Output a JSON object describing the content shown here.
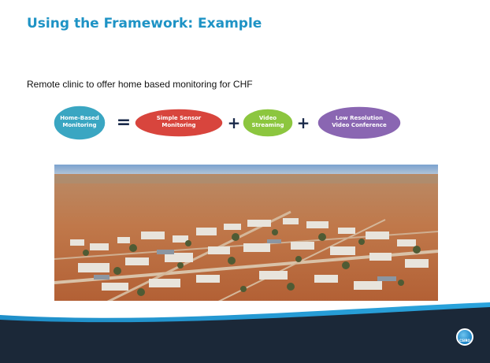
{
  "slide": {
    "title": "Using the Framework: Example",
    "body": "Remote clinic to offer home based monitoring for CHF"
  },
  "equation": {
    "terms": [
      {
        "line1": "Home-Based",
        "line2": "Monitoring",
        "color": "#3aa6c2"
      },
      {
        "line1": "Simple Sensor",
        "line2": "Monitoring",
        "color": "#d8453d"
      },
      {
        "line1": "Video",
        "line2": "Streaming",
        "color": "#8cc63f"
      },
      {
        "line1": "Low Resolution",
        "line2": "Video Conference",
        "color": "#8a66b2"
      }
    ],
    "equals": "=",
    "plus": "+"
  },
  "logo": {
    "label": "CSIRO"
  },
  "colors": {
    "title": "#1e93c5",
    "footer_dark": "#1b2838",
    "footer_blue": "#1f8fc9"
  }
}
